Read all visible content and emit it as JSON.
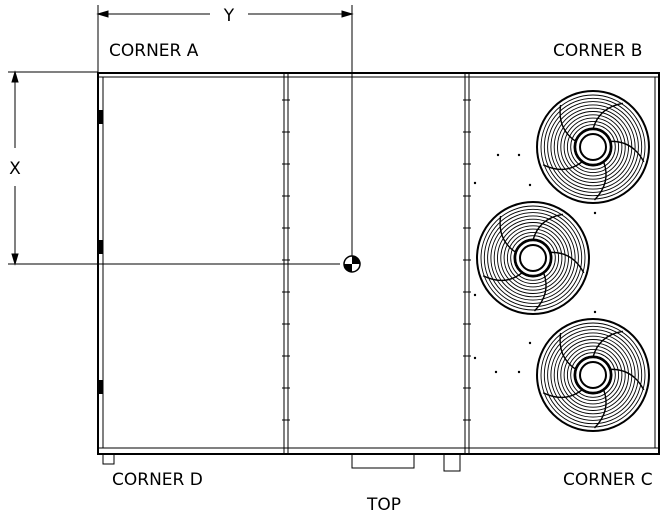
{
  "diagram": {
    "dimension_labels": {
      "y": "Y",
      "x": "X"
    },
    "corner_labels": {
      "a": "CORNER A",
      "b": "CORNER B",
      "c": "CORNER C",
      "d": "CORNER D"
    },
    "view_label": "TOP",
    "fan_count": 3,
    "colors": {
      "line": "#000000",
      "background": "#ffffff"
    }
  }
}
